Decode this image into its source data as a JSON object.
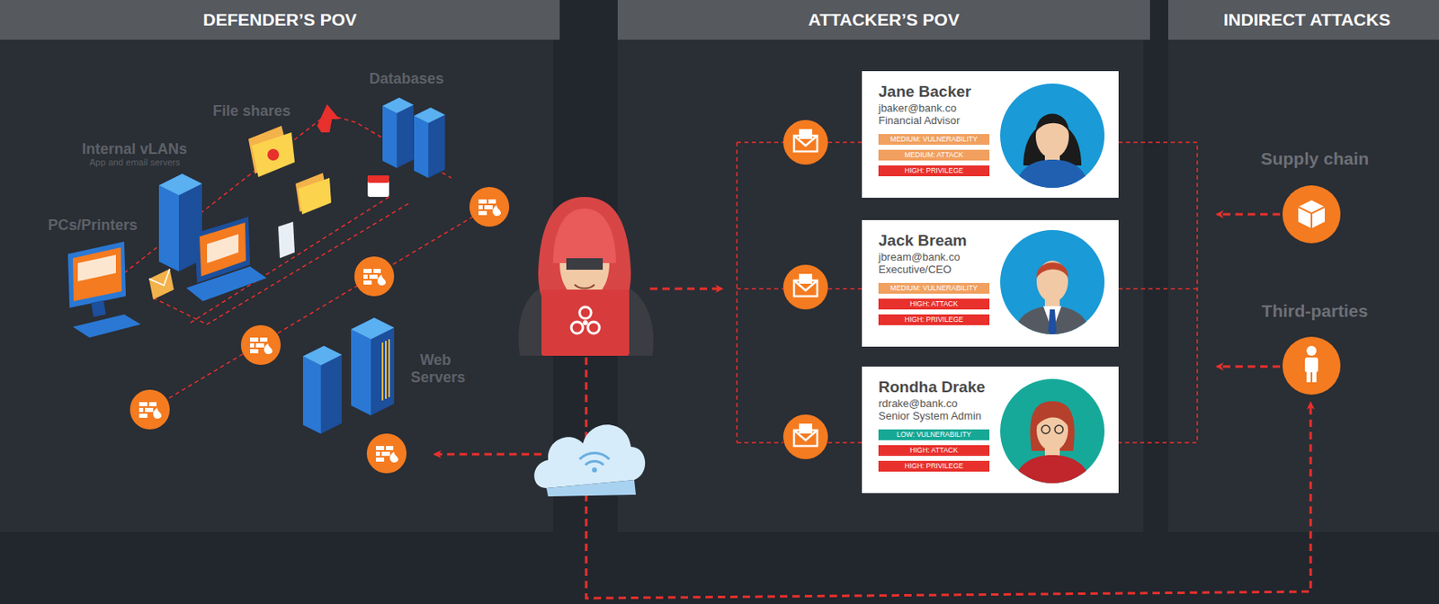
{
  "diagram": {
    "nodes": [
      {
        "text": [
          "DEFENDER’S POV"
        ]
      },
      {
        "text": [
          "ATTACKER’S POV"
        ]
      },
      {
        "text": [
          "INDIRECT ATTACKS"
        ]
      },
      {
        "text": [
          "Jane Backer",
          "jbaker@bank.co",
          "Financial Advisor"
        ]
      },
      {
        "text": [
          "MEDIUM: VULNERABILITY"
        ],
        "in": 3
      },
      {
        "text": [
          "MEDIUM: ATTACK"
        ],
        "in": 3
      },
      {
        "text": [
          "HIGH: PRIVILEGE"
        ],
        "in": 3
      },
      {
        "text": [
          "Jack Bream",
          "jbream@bank.co",
          "Executive/CEO"
        ]
      },
      {
        "text": [
          "MEDIUM: VULNERABILITY"
        ],
        "in": 7
      },
      {
        "text": [
          "HIGH: ATTACK"
        ],
        "in": 7
      },
      {
        "text": [
          "HIGH: PRIVILEGE"
        ],
        "in": 7
      },
      {
        "text": [
          "Rondha Drake",
          "rdrake@bank.co",
          "Senior System Admin"
        ]
      },
      {
        "text": [
          "LOW: VULNERABILITY"
        ],
        "in": 11
      },
      {
        "text": [
          "HIGH: ATTACK"
        ],
        "in": 11
      },
      {
        "text": [
          "HIGH: PRIVILEGE"
        ],
        "in": 11
      },
      {
        "text": [
          "Supply chain"
        ]
      },
      {
        "text": [
          "Third-parties"
        ]
      }
    ],
    "labels": [
      "Databases",
      "File shares",
      "Internal vLANs",
      "App and email servers",
      "PCs/Printers",
      "Web Servers"
    ]
  }
}
